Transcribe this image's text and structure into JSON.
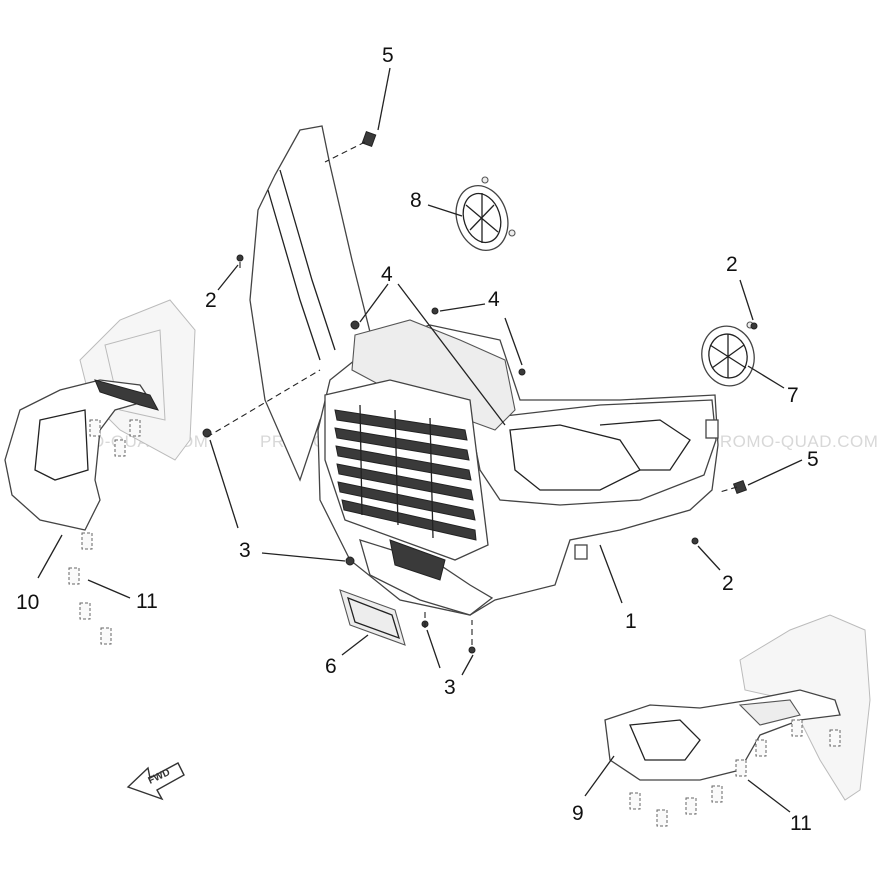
{
  "watermark": "PROMO-QUAD.COM",
  "fwd_label": "FWD",
  "callouts": [
    "5",
    "8",
    "2",
    "4",
    "4",
    "2",
    "7",
    "5",
    "2",
    "3",
    "1",
    "6",
    "3",
    "10",
    "11",
    "9",
    "11"
  ]
}
